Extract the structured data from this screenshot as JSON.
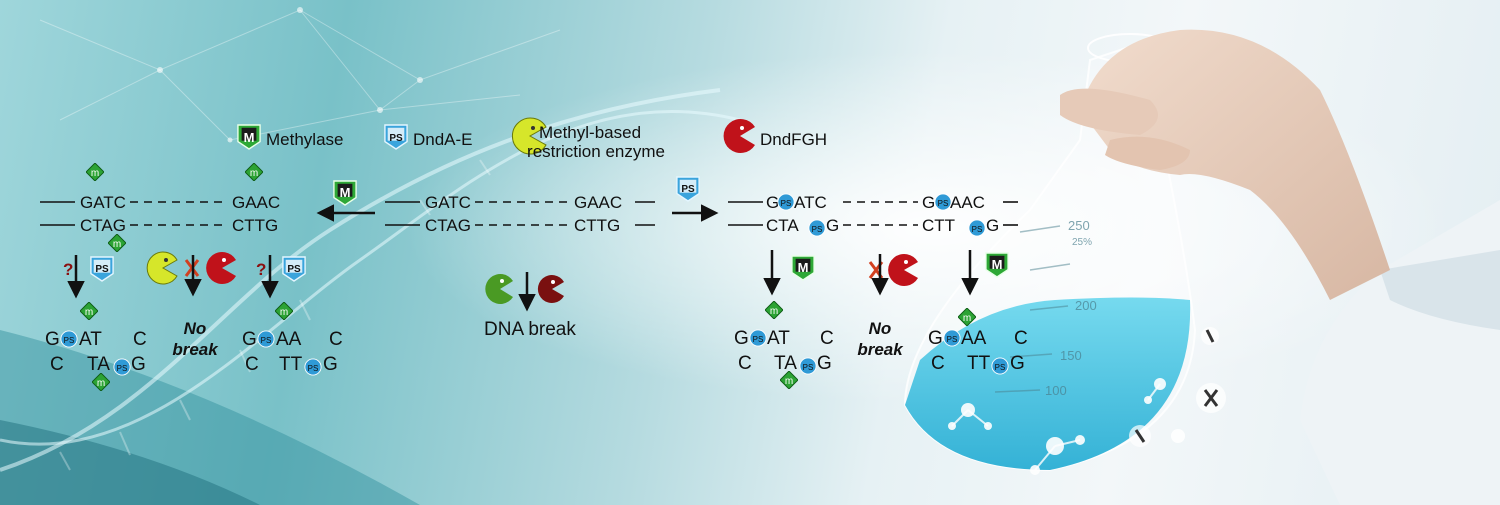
{
  "legend": {
    "methylase_icon": "M",
    "methylase_label": "Methylase",
    "ps_icon": "PS",
    "dnd_label": "DndA-E",
    "methyl_restriction_label_1": "Methyl-based",
    "methyl_restriction_label_2": "restriction enzyme",
    "dndfgh_label": "DndFGH"
  },
  "center": {
    "top_strand": [
      "GATC",
      "GAAC"
    ],
    "bottom_strand": [
      "CTAG",
      "CTTG"
    ],
    "break_label": "DNA break"
  },
  "left": {
    "top_strand": [
      "GATC",
      "GAAC"
    ],
    "bottom_strand": [
      "CTAG",
      "CTTG"
    ],
    "question_mark": "?",
    "no_break_1": "No",
    "no_break_2": "break",
    "product1_top": [
      "G",
      "AT",
      "C"
    ],
    "product1_bottom": [
      "C",
      "TA",
      "G"
    ],
    "product2_top": [
      "G",
      "AA",
      "C"
    ],
    "product2_bottom": [
      "C",
      "TT",
      "G"
    ]
  },
  "right": {
    "top_strand": [
      "G",
      "ATC",
      "G",
      "AAC"
    ],
    "bottom_strand": [
      "CTA",
      "G",
      "CTT",
      "G"
    ],
    "no_break_1": "No",
    "no_break_2": "break",
    "product1_top": [
      "G",
      "AT",
      "C"
    ],
    "product1_bottom": [
      "C",
      "TA",
      "G"
    ],
    "product2_top": [
      "G",
      "AA",
      "C"
    ],
    "product2_bottom": [
      "C",
      "TT",
      "G"
    ]
  },
  "markers": {
    "methyl": "m",
    "ps": "PS"
  },
  "flask": {
    "marks": [
      "250",
      "25%",
      "200",
      "150",
      "100"
    ]
  },
  "colors": {
    "methylase_green": "#2ea836",
    "ps_blue": "#2f9ad6",
    "methyl_enzyme_yellow": "#d6e62a",
    "dndfgh_red": "#c0121a",
    "cross_red": "#d2401f",
    "question_red": "#8a1010",
    "flask_liquid": "#3fc2e0"
  }
}
